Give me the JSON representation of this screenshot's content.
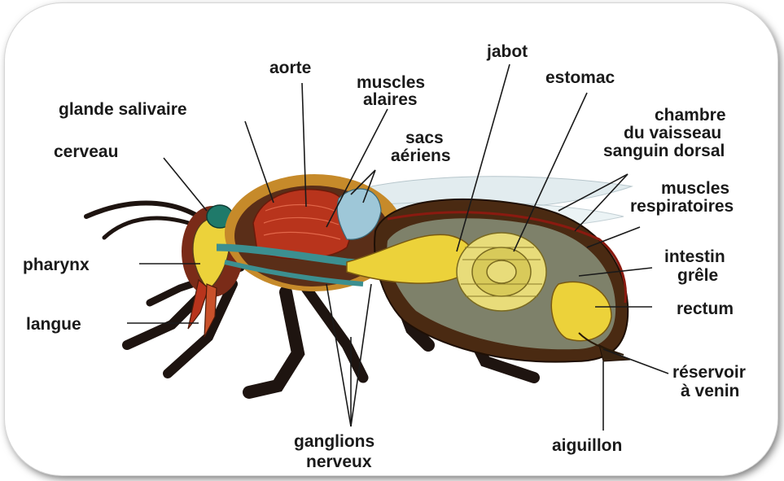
{
  "labels": {
    "aorte": "aorte",
    "jabot": "jabot",
    "muscles_alaires_1": "muscles",
    "muscles_alaires_2": "alaires",
    "estomac": "estomac",
    "glande_salivaire": "glande salivaire",
    "chambre_1": "chambre",
    "chambre_2": "du vaisseau",
    "chambre_3": "sanguin dorsal",
    "sacs_1": "sacs",
    "sacs_2": "aériens",
    "cerveau": "cerveau",
    "muscles_resp_1": "muscles",
    "muscles_resp_2": "respiratoires",
    "pharynx": "pharynx",
    "intestin_1": "intestin",
    "intestin_2": "grêle",
    "rectum": "rectum",
    "langue": "langue",
    "reservoir_1": "réservoir",
    "reservoir_2": "à venin",
    "ganglions_1": "ganglions",
    "ganglions_2": "nerveux",
    "aiguillon": "aiguillon"
  },
  "colors": {
    "hairs": "#c68a2a",
    "abdomen_shell": "#4a2a12",
    "yellow_organ": "#ecd23a",
    "red_muscle": "#b8341c",
    "blue_air_sac": "#9ec7d8",
    "nerve_teal": "#3c8f90",
    "legs": "#1e1410"
  }
}
